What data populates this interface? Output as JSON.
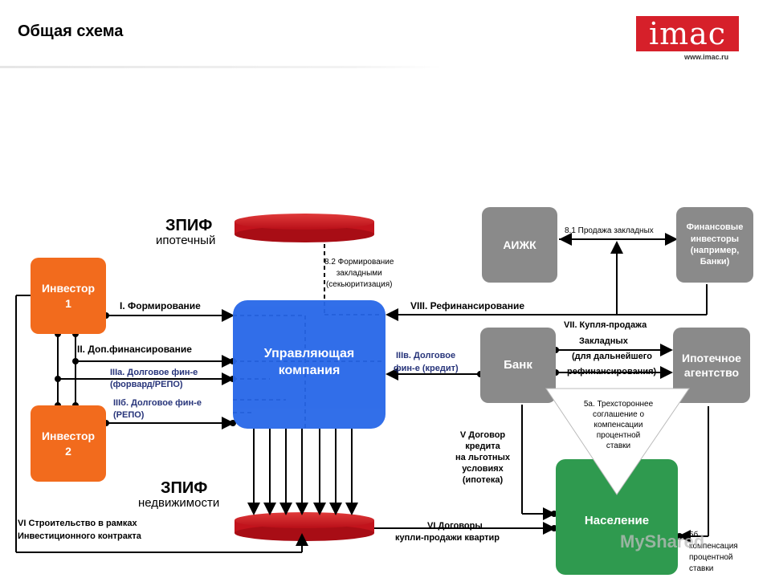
{
  "header": {
    "title": "Общая схема",
    "logo_text": "imac",
    "logo_url": "www.imac.ru"
  },
  "nodes": {
    "investor1": "Инвестор\n1",
    "investor2": "Инвестор\n2",
    "management": "Управляющая\nкомпания",
    "aizhk": "АИЖК",
    "fin_investors": "Финансовые\nинвесторы\n(например,\nБанки)",
    "bank": "Банк",
    "mortgage_agency": "Ипотечное\nагентство",
    "population": "Население",
    "zpif_mortgage_title": "ЗПИФ",
    "zpif_mortgage_sub": "ипотечный",
    "zpif_realty_title": "ЗПИФ",
    "zpif_realty_sub": "недвижимости"
  },
  "labels": {
    "formation": "I. Формирование",
    "add_financing": "II. Доп.финансирование",
    "debt_forward_1": "IIIа. Долговое фин-е",
    "debt_forward_2": "(форвард/РЕПО)",
    "debt_repo_1": "IIIб. Долговое фин-е",
    "debt_repo_2": "(РЕПО)",
    "debt_credit_1": "IIIв. Долговое",
    "debt_credit_2": "фин-е (кредит)",
    "refinancing": "VIII. Рефинансирование",
    "sale_mortgages": "8.1 Продажа закладных",
    "formation_mortgages": "8.2 Формирование\nзакладными\n(секьюритизация)",
    "purchase_1": "VII. Купля-продажа",
    "purchase_2": "Закладных",
    "purchase_3": "(для дальнейшего",
    "purchase_4": "рефинансирования)",
    "tripartite": "5а. Трехстороннее\nсоглашение о\nкомпенсации\nпроцентной\nставки",
    "credit_agreement": "V Договор\nкредита\nна льготных\nусловиях\n(ипотека)",
    "construction_1": "VI Строительство в рамках",
    "construction_2": "Инвестиционного контракта",
    "sale_contracts_1": "VI Договоры",
    "sale_contracts_2": "купли-продажи квартир",
    "compensation": "5б.\nкомпенсация\nпроцентной\nставки",
    "watermark": "MyShared"
  },
  "colors": {
    "investor": "#f26b1d",
    "management": "#2767e8",
    "gray_box": "#8a8a8a",
    "population": "#2f9a4f",
    "fund": "#d0161f",
    "logo": "#d6202a"
  }
}
